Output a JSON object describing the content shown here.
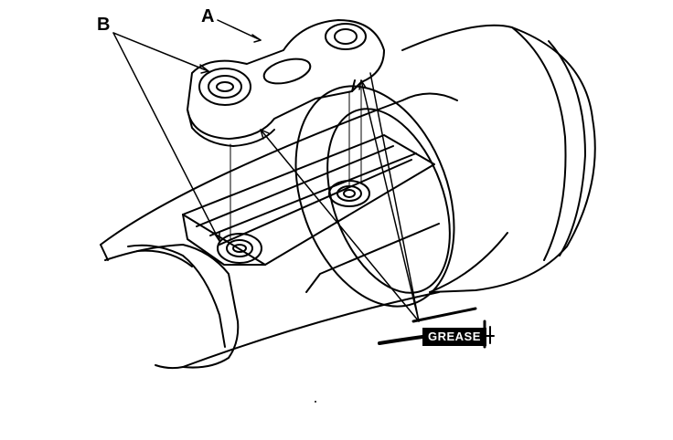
{
  "labels": {
    "a": "A",
    "b": "B",
    "grease": "GREASE"
  },
  "parts": {
    "bracket": "bracket-a",
    "bushings": "bushing-b",
    "housing": "steering-rack-housing",
    "boot": "rack-boot"
  },
  "colors": {
    "ink": "#000000",
    "paper": "#ffffff"
  }
}
